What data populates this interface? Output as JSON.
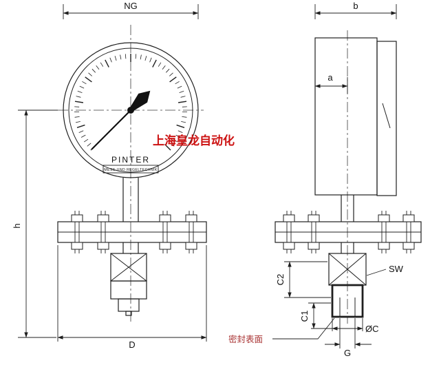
{
  "drawing": {
    "kind": "pressure-gauge-with-diaphragm-flange-technical-drawing",
    "watermark": "上海皇龙自动化",
    "gauge": {
      "brand": "PINTER",
      "subtitle": "MESS-UND REGELTECHNIK"
    },
    "dims": {
      "ng": "NG",
      "b": "b",
      "a": "a",
      "h": "h",
      "d": "D",
      "sw": "SW",
      "c2": "C2",
      "c1": "C1",
      "phi_c": "ØC",
      "g": "G"
    },
    "notes": {
      "seal_surface": "密封表面"
    },
    "colors": {
      "line": "#1f1f1f",
      "watermark": "#cc1111",
      "note": "#a83232",
      "background": "#ffffff"
    }
  }
}
